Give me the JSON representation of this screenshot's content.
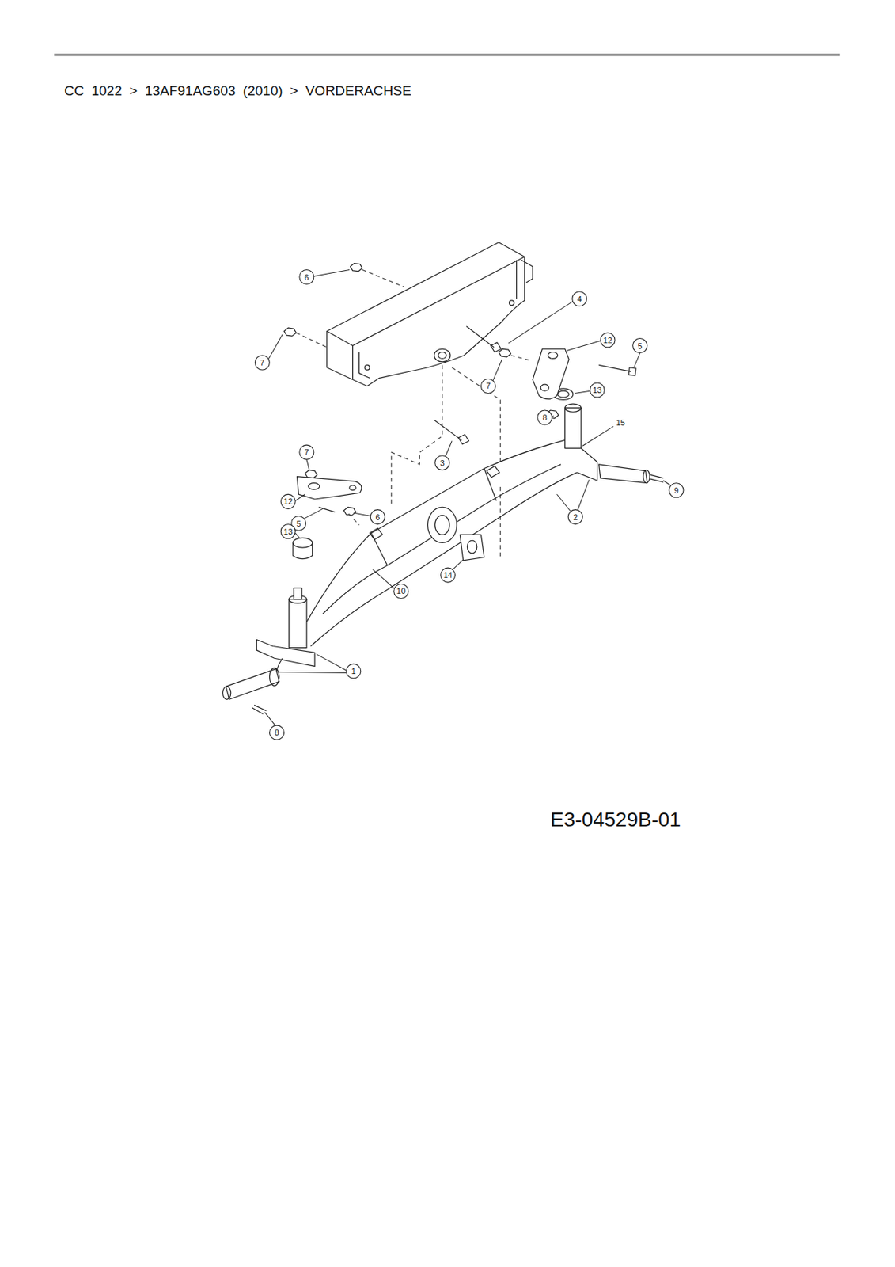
{
  "diagram": {
    "title": "CC 1022 > 13AF91AG603 (2010) > VORDERACHSE",
    "labels": [
      "6",
      "4",
      "12",
      "5",
      "7",
      "7",
      "13",
      "8",
      "15",
      "7",
      "3",
      "9",
      "12",
      "2",
      "6",
      "5",
      "13",
      "14",
      "10",
      "1",
      "8",
      "E3-04529B-01"
    ]
  }
}
